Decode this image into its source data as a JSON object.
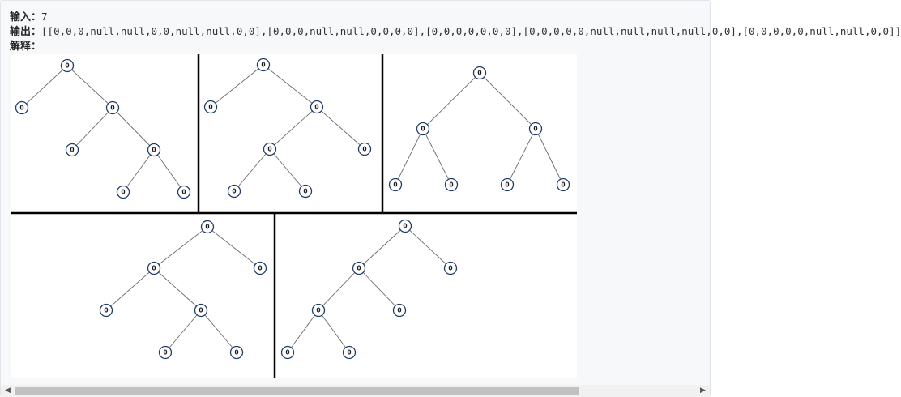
{
  "input": {
    "label": "输入：",
    "value": "7"
  },
  "output": {
    "label": "输出：",
    "value": "[[0,0,0,null,null,0,0,null,null,0,0],[0,0,0,null,null,0,0,0,0],[0,0,0,0,0,0,0],[0,0,0,0,0,null,null,null,null,0,0],[0,0,0,0,0,null,null,0,0]]"
  },
  "explanation": {
    "label": "解释：",
    "value": ""
  },
  "figure": {
    "node_value": "0",
    "trees": [
      {
        "edges": [
          [
            0,
            1
          ],
          [
            0,
            2
          ],
          [
            2,
            3
          ],
          [
            2,
            4
          ],
          [
            4,
            5
          ],
          [
            4,
            6
          ]
        ]
      },
      {
        "edges": [
          [
            0,
            1
          ],
          [
            0,
            2
          ],
          [
            2,
            3
          ],
          [
            2,
            4
          ],
          [
            3,
            5
          ],
          [
            3,
            6
          ]
        ]
      },
      {
        "edges": [
          [
            0,
            1
          ],
          [
            0,
            2
          ],
          [
            1,
            3
          ],
          [
            1,
            4
          ],
          [
            2,
            5
          ],
          [
            2,
            6
          ]
        ]
      },
      {
        "edges": [
          [
            0,
            1
          ],
          [
            0,
            2
          ],
          [
            1,
            3
          ],
          [
            1,
            4
          ],
          [
            4,
            5
          ],
          [
            4,
            6
          ]
        ]
      },
      {
        "edges": [
          [
            0,
            1
          ],
          [
            0,
            2
          ],
          [
            1,
            3
          ],
          [
            1,
            4
          ],
          [
            3,
            5
          ],
          [
            3,
            6
          ]
        ]
      }
    ]
  },
  "scrollbar": {
    "left_arrow": "◀",
    "right_arrow": "▶"
  }
}
